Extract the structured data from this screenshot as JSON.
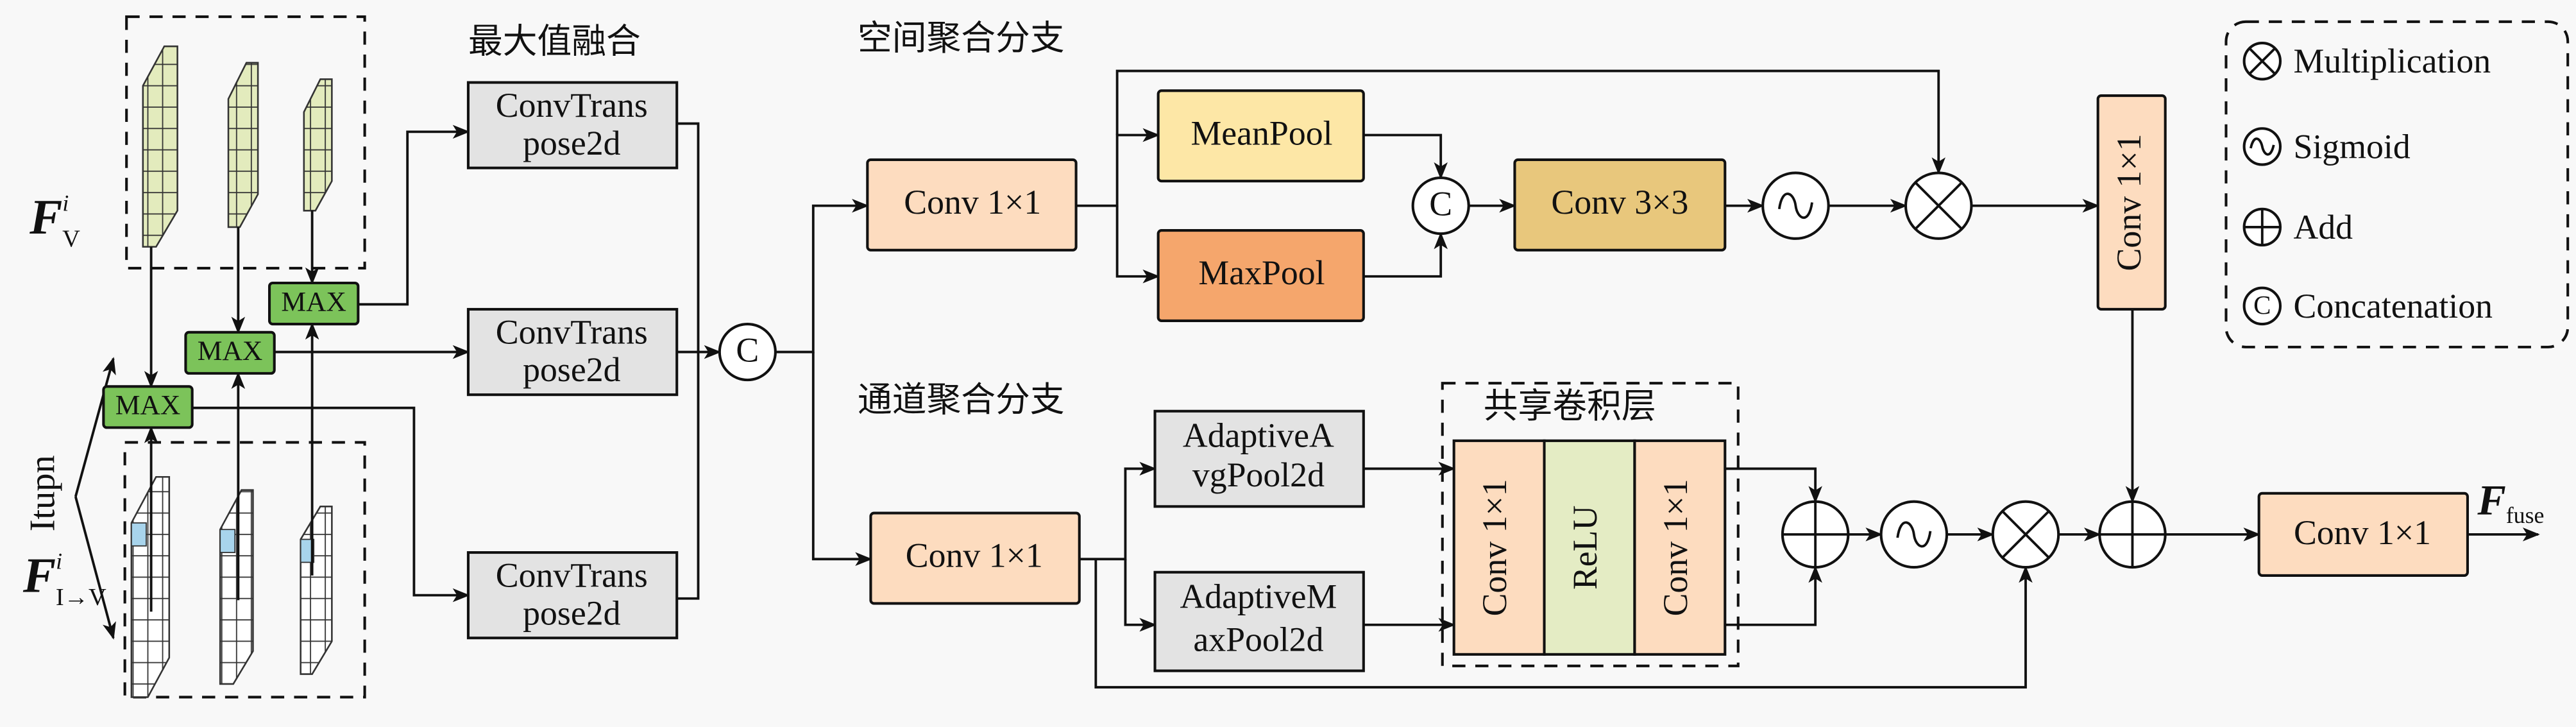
{
  "colors": {
    "background": "#f8f8f8",
    "max": "#7cc35a",
    "convtranspose": "#e3e3e3",
    "conv1x1": "#fddcbf",
    "meanpool": "#fde7a6",
    "maxpool": "#f5a66c",
    "conv3x3": "#e8c77c",
    "adaptive": "#e3e3e3",
    "relu": "#e4ecc4",
    "feature_visible": "#e3ebbd",
    "feature_infrared": "#a8d4ec"
  },
  "left": {
    "input_label": "Itupn",
    "fv": {
      "base": "F",
      "sup": "i",
      "sub": "V"
    },
    "fiv": {
      "base": "F",
      "sup": "i",
      "sub": "I→V"
    },
    "max_label": "MAX",
    "section_title": "最大值融合",
    "convtranspose": [
      "ConvTrans",
      "pose2d"
    ]
  },
  "ops": {
    "concat": "C"
  },
  "spatial": {
    "title": "空间聚合分支",
    "conv_in": "Conv 1×1",
    "meanpool": "MeanPool",
    "maxpool": "MaxPool",
    "conv3x3": "Conv 3×3",
    "conv_out": "Conv 1×1"
  },
  "channel": {
    "title": "通道聚合分支",
    "conv_in": "Conv 1×1",
    "avgpool": [
      "AdaptiveA",
      "vgPool2d"
    ],
    "maxpool": [
      "AdaptiveM",
      "axPool2d"
    ],
    "shared_title": "共享卷积层",
    "shared": [
      "Conv 1×1",
      "ReLU",
      "Conv 1×1"
    ]
  },
  "output": {
    "conv": "Conv 1×1",
    "label": {
      "base": "F",
      "sub": "fuse"
    }
  },
  "legend": [
    {
      "icon": "multiplication-icon",
      "label": "Multiplication"
    },
    {
      "icon": "sigmoid-icon",
      "label": "Sigmoid"
    },
    {
      "icon": "add-icon",
      "label": "Add"
    },
    {
      "icon": "concatenation-icon",
      "label": "Concatenation"
    }
  ]
}
